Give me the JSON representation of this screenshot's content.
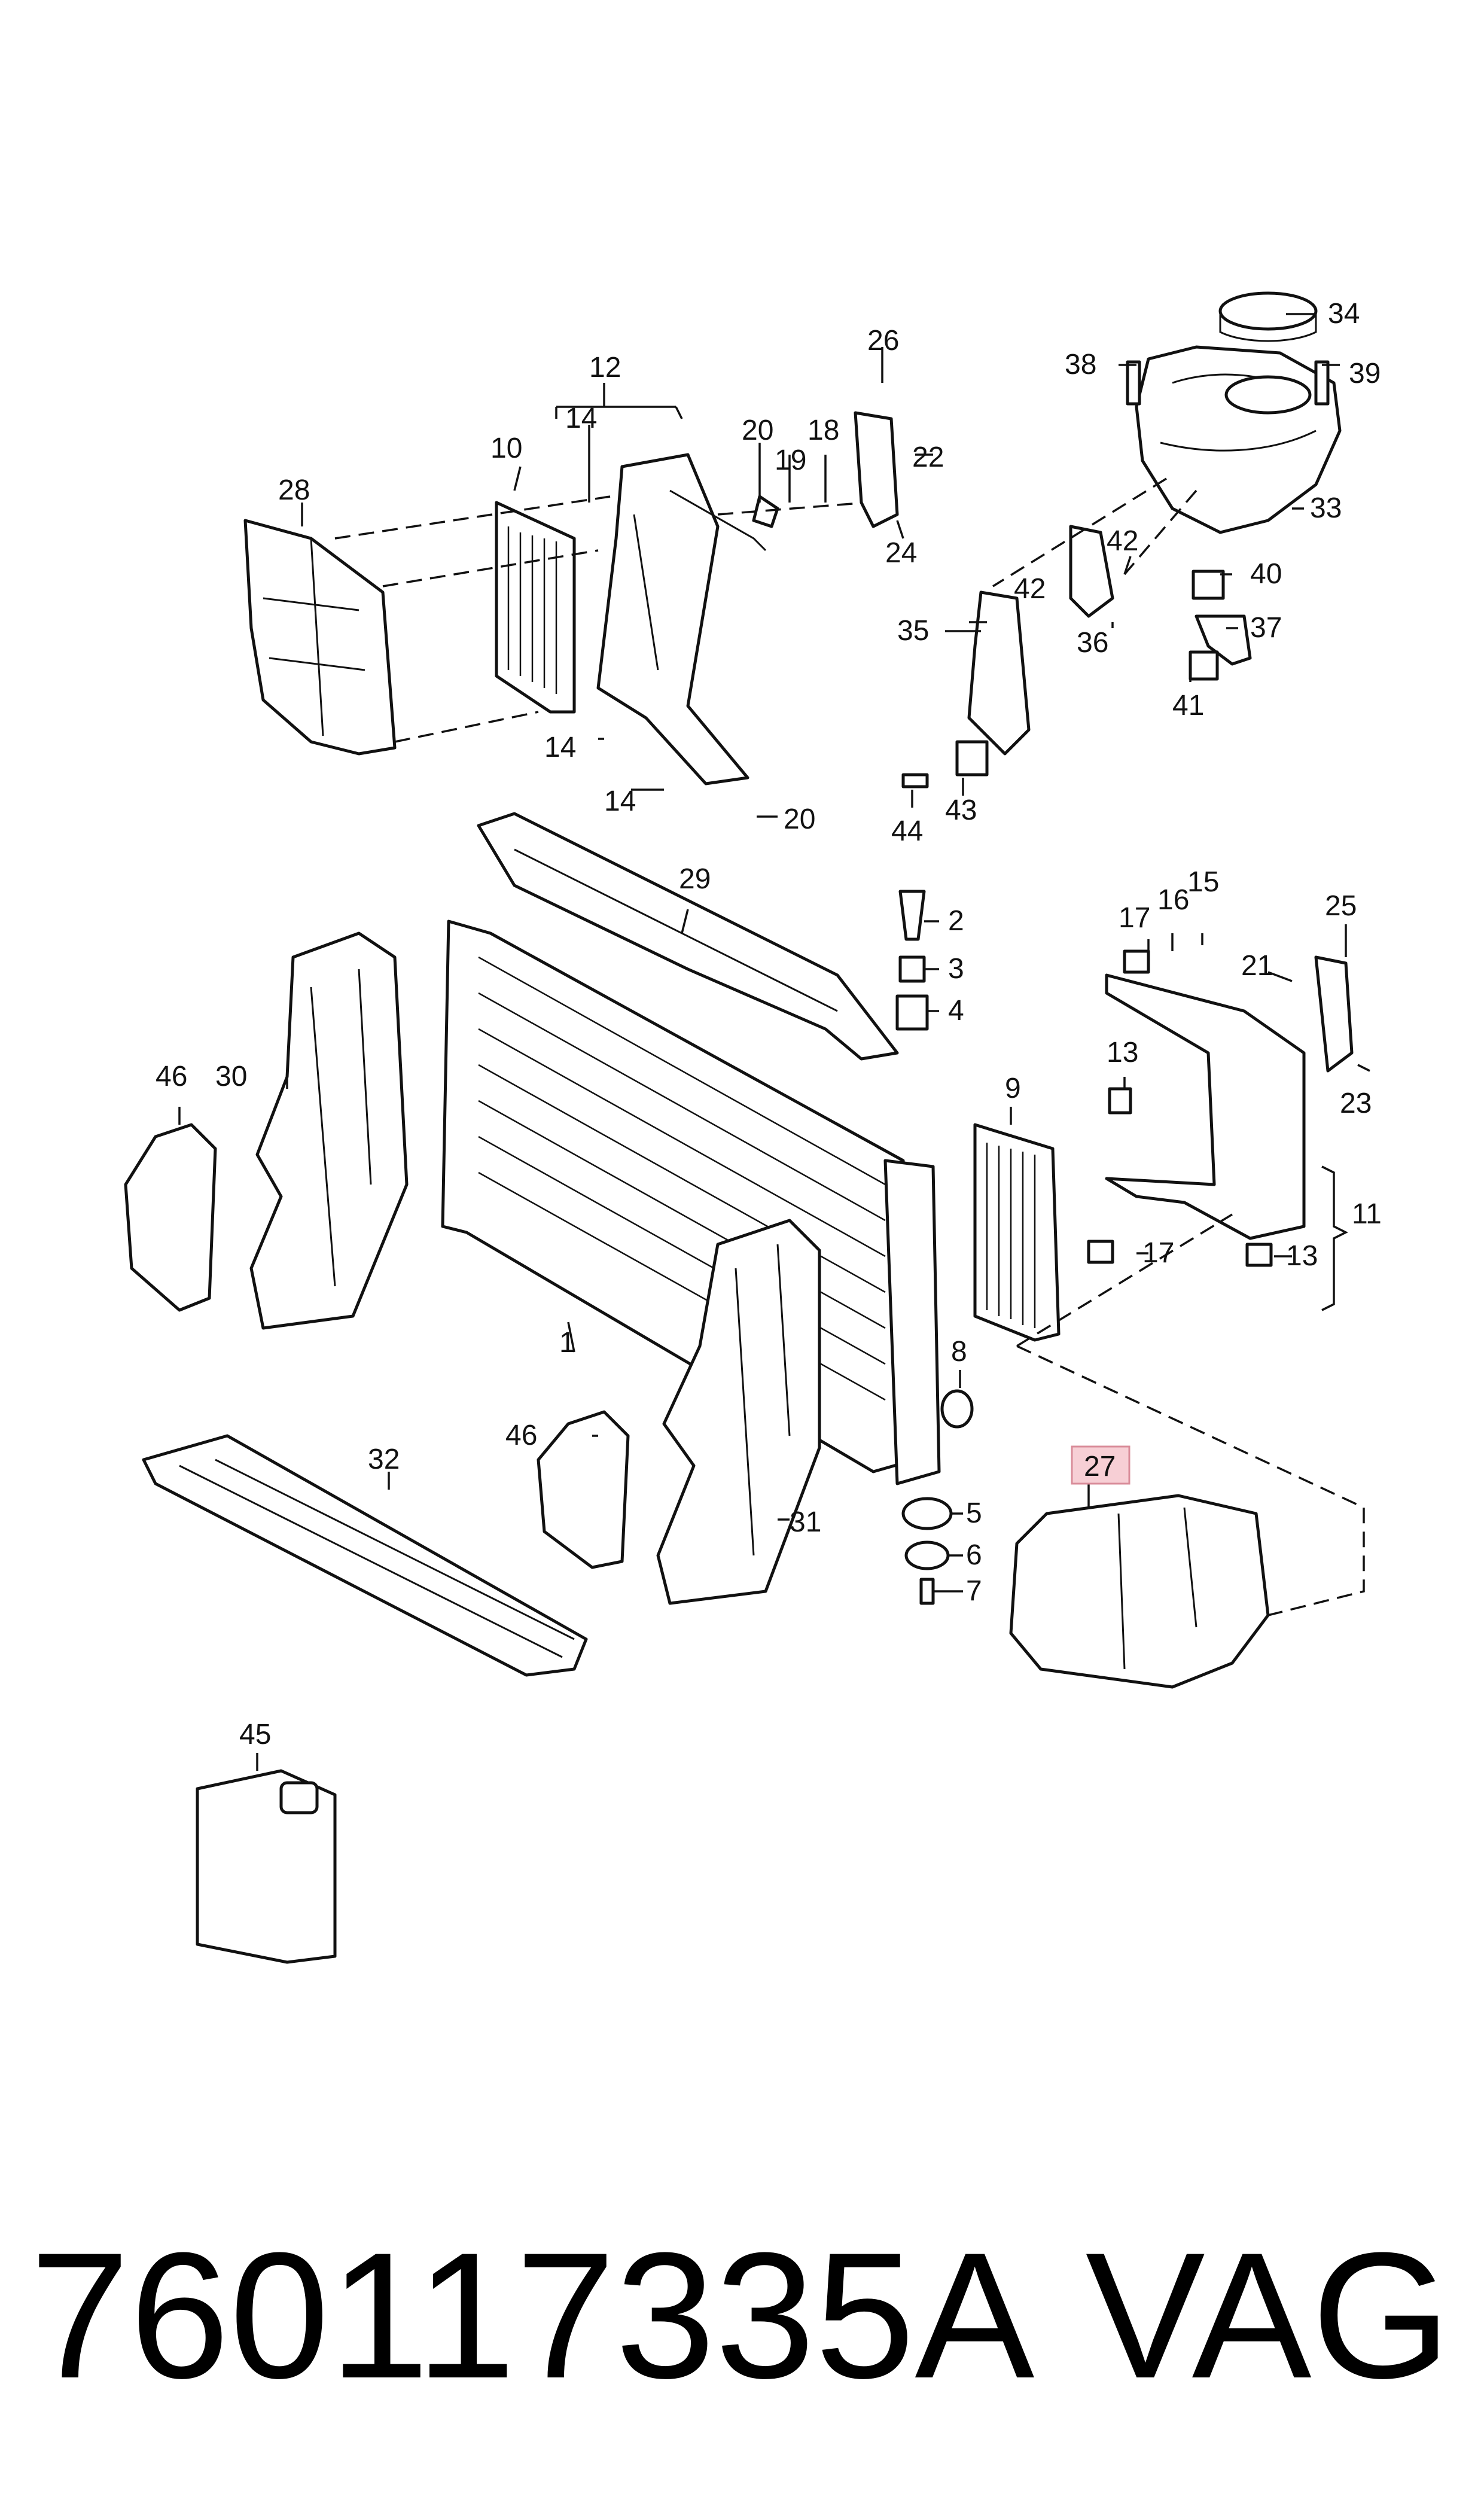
{
  "footer": {
    "part_number": "760117335A",
    "brand": "VAG"
  },
  "callouts": {
    "n1": "1",
    "n2": "2",
    "n3": "3",
    "n4": "4",
    "n5": "5",
    "n6": "6",
    "n7": "7",
    "n8": "8",
    "n9": "9",
    "n10": "10",
    "n11": "11",
    "n12": "12",
    "n13a": "13",
    "n13b": "13",
    "n14a": "14",
    "n14b": "14",
    "n14c": "14",
    "n15": "15",
    "n16": "16",
    "n17a": "17",
    "n17b": "17",
    "n18": "18",
    "n19": "19",
    "n20a": "20",
    "n20b": "20",
    "n21": "21",
    "n22": "22",
    "n23": "23",
    "n24": "24",
    "n25": "25",
    "n26": "26",
    "n27": "27",
    "n28": "28",
    "n29": "29",
    "n30": "30",
    "n31": "31",
    "n32": "32",
    "n33": "33",
    "n34": "34",
    "n35": "35",
    "n36": "36",
    "n37": "37",
    "n38": "38",
    "n39": "39",
    "n40": "40",
    "n41": "41",
    "n42": "42",
    "n43": "43",
    "n44": "44",
    "n45": "45",
    "n46a": "46",
    "n46b": "46"
  },
  "highlight": {
    "callout": "27",
    "color": "#f7cfd5"
  }
}
